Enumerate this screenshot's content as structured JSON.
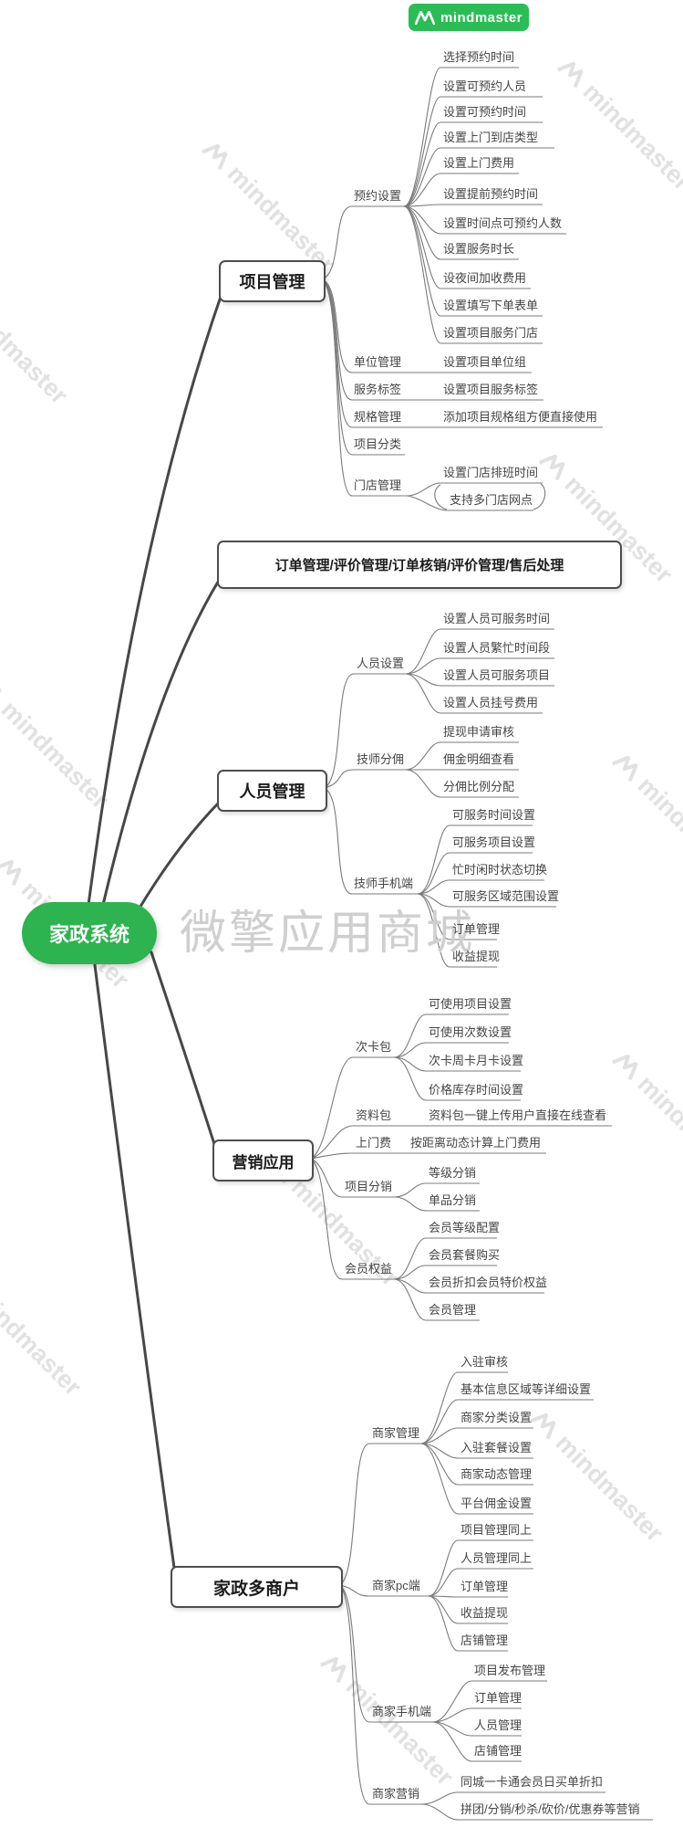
{
  "logo": {
    "text": "mindmaster"
  },
  "watermarks": {
    "diagonal": "mindmaster",
    "big": "微擎应用商城"
  },
  "colors": {
    "brand_green": "#2db34f",
    "badge_green": "#2abd55",
    "thick_line": "#474747",
    "thin_line": "#7b7b7b",
    "watermark_gray": "#cfcfcf",
    "box_border": "#4d4d4d"
  },
  "root": {
    "label": "家政系统"
  },
  "branches": [
    {
      "label": "项目管理",
      "groups": [
        {
          "label": "预约设置",
          "children": [
            "选择预约时间",
            "设置可预约人员",
            "设置可预约时间",
            "设置上门到店类型",
            "设置上门费用",
            "设置提前预约时间",
            "设置时间点可预约人数",
            "设置服务时长",
            "设夜间加收费用",
            "设置填写下单表单",
            "设置项目服务门店"
          ]
        },
        {
          "label": "单位管理",
          "children": [
            "设置项目单位组"
          ]
        },
        {
          "label": "服务标签",
          "children": [
            "设置项目服务标签"
          ]
        },
        {
          "label": "规格管理",
          "children": [
            "添加项目规格组方便直接使用"
          ]
        },
        {
          "label": "项目分类",
          "children": []
        },
        {
          "label": "门店管理",
          "children": [
            "设置门店排班时间",
            "支持多门店网点"
          ]
        }
      ]
    },
    {
      "label": "订单管理/评价管理/订单核销/评价管理/售后处理",
      "groups": []
    },
    {
      "label": "人员管理",
      "groups": [
        {
          "label": "人员设置",
          "children": [
            "设置人员可服务时间",
            "设置人员繁忙时间段",
            "设置人员可服务项目",
            "设置人员挂号费用"
          ]
        },
        {
          "label": "技师分佣",
          "children": [
            "提现申请审核",
            "佣金明细查看",
            "分佣比例分配"
          ]
        },
        {
          "label": "技师手机端",
          "children": [
            "可服务时间设置",
            "可服务项目设置",
            "忙时闲时状态切换",
            "可服务区域范围设置",
            "订单管理",
            "收益提现"
          ]
        }
      ]
    },
    {
      "label": "营销应用",
      "groups": [
        {
          "label": "次卡包",
          "children": [
            "可使用项目设置",
            "可使用次数设置",
            "次卡周卡月卡设置",
            "价格库存时间设置"
          ]
        },
        {
          "label": "资料包",
          "children": [
            "资料包一键上传用户直接在线查看"
          ]
        },
        {
          "label": "上门费",
          "children": [
            "按距离动态计算上门费用"
          ]
        },
        {
          "label": "项目分销",
          "children": [
            "等级分销",
            "单品分销"
          ]
        },
        {
          "label": "会员权益",
          "children": [
            "会员等级配置",
            "会员套餐购买",
            "会员折扣会员特价权益",
            "会员管理"
          ]
        }
      ]
    },
    {
      "label": "家政多商户",
      "groups": [
        {
          "label": "商家管理",
          "children": [
            "入驻审核",
            "基本信息区域等详细设置",
            "商家分类设置",
            "入驻套餐设置",
            "商家动态管理",
            "平台佣金设置"
          ]
        },
        {
          "label": "商家pc端",
          "children": [
            "项目管理同上",
            "人员管理同上",
            "订单管理",
            "收益提现",
            "店铺管理"
          ]
        },
        {
          "label": "商家手机端",
          "children": [
            "项目发布管理",
            "订单管理",
            "人员管理",
            "店铺管理"
          ]
        },
        {
          "label": "商家营销",
          "children": [
            "同城一卡通会员日买单折扣",
            "拼团/分销/秒杀/砍价/优惠券等营销"
          ]
        }
      ]
    }
  ]
}
